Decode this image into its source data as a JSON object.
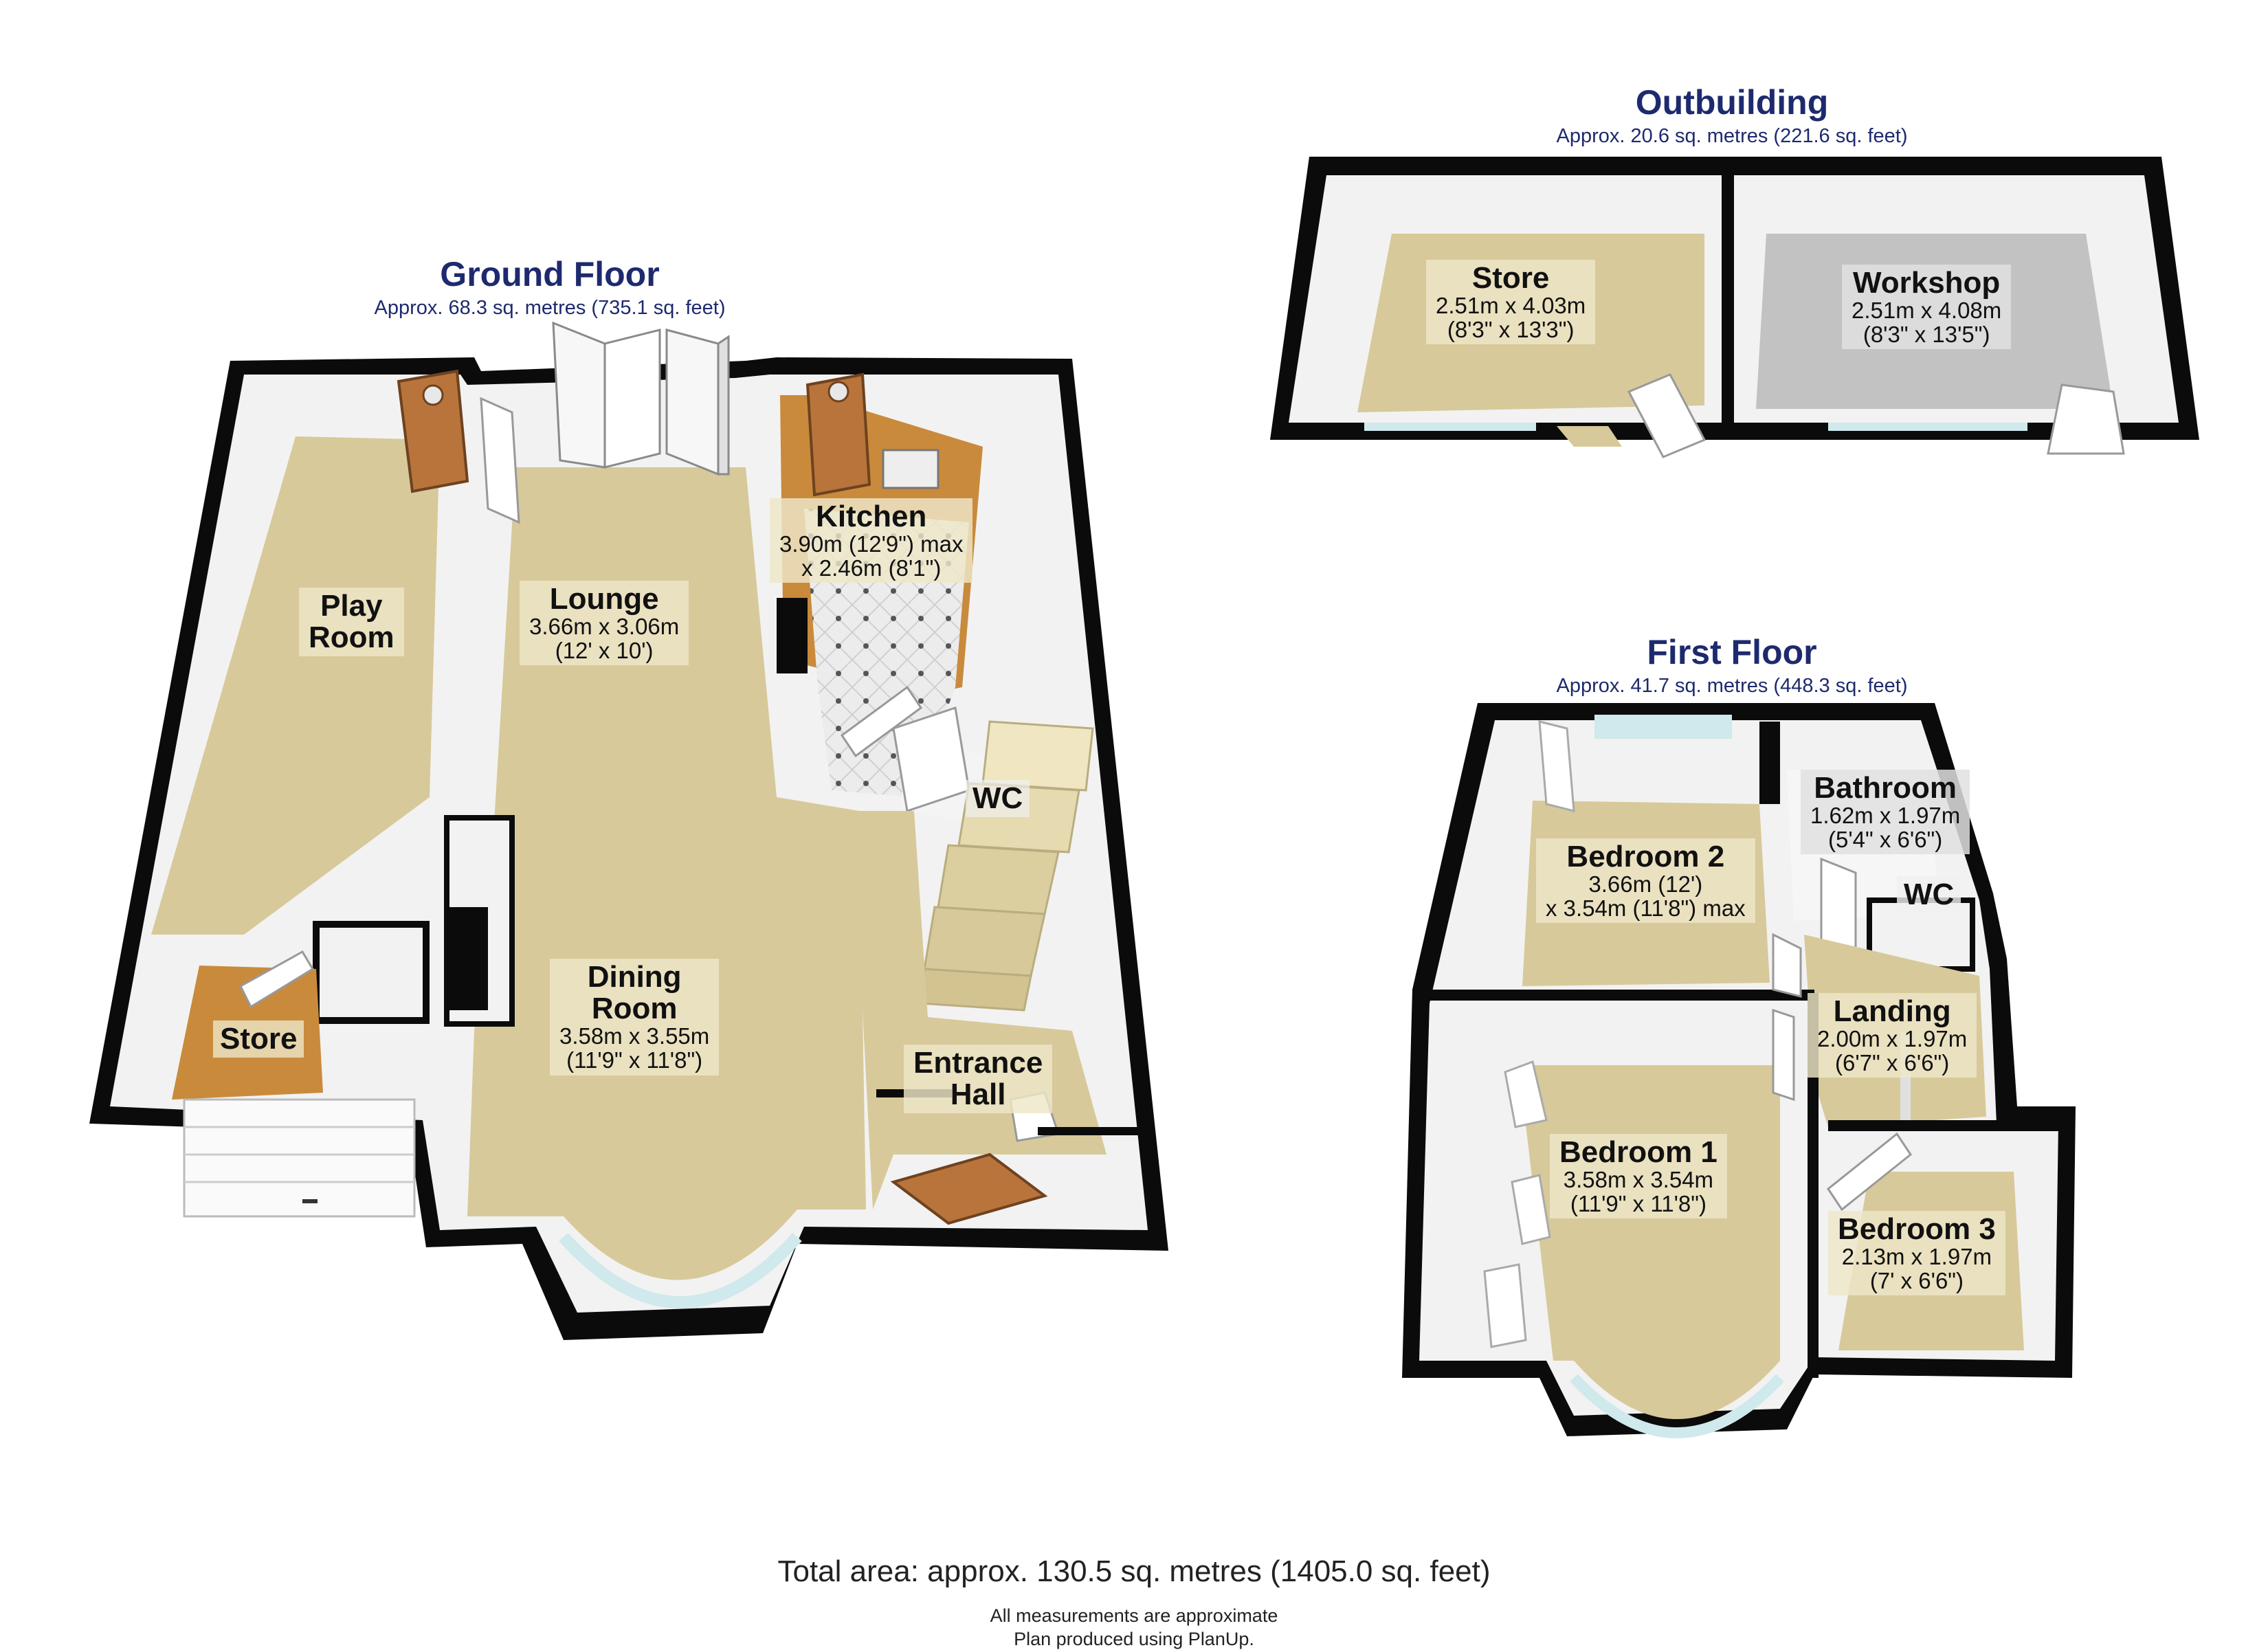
{
  "colors": {
    "wall": "#0b0b0b",
    "wall_inner": "#f2f2f2",
    "carpet": "#d8c99a",
    "carpet_light": "#e6dab0",
    "grey_floor": "#c2c2c2",
    "tile_floor": "#e9e9e9",
    "wood": "#c98a3c",
    "door_wood": "#b8743a",
    "glass": "#cfe9ec",
    "title": "#1e2a6e"
  },
  "floors": {
    "ground": {
      "title": "Ground Floor",
      "area": "Approx. 68.3 sq. metres (735.1 sq. feet)",
      "rooms": {
        "play_room": {
          "name_line1": "Play",
          "name_line2": "Room"
        },
        "store": {
          "name": "Store"
        },
        "lounge": {
          "name": "Lounge",
          "dim1": "3.66m x 3.06m",
          "dim2": "(12' x 10')"
        },
        "dining": {
          "name_line1": "Dining",
          "name_line2": "Room",
          "dim1": "3.58m x 3.55m",
          "dim2": "(11'9\" x 11'8\")"
        },
        "kitchen": {
          "name": "Kitchen",
          "dim1": "3.90m (12'9\") max",
          "dim2": "x 2.46m (8'1\")"
        },
        "wc": {
          "name": "WC"
        },
        "entrance": {
          "name_line1": "Entrance",
          "name_line2": "Hall"
        }
      }
    },
    "outbuilding": {
      "title": "Outbuilding",
      "area": "Approx. 20.6 sq. metres (221.6 sq. feet)",
      "rooms": {
        "store": {
          "name": "Store",
          "dim1": "2.51m x 4.03m",
          "dim2": "(8'3\" x 13'3\")"
        },
        "workshop": {
          "name": "Workshop",
          "dim1": "2.51m x 4.08m",
          "dim2": "(8'3\" x 13'5\")"
        }
      }
    },
    "first": {
      "title": "First Floor",
      "area": "Approx. 41.7 sq. metres (448.3 sq. feet)",
      "rooms": {
        "bedroom2": {
          "name": "Bedroom 2",
          "dim1": "3.66m (12')",
          "dim2": "x 3.54m (11'8\") max"
        },
        "bathroom": {
          "name": "Bathroom",
          "dim1": "1.62m x 1.97m",
          "dim2": "(5'4\" x 6'6\")"
        },
        "wc": {
          "name": "WC"
        },
        "landing": {
          "name": "Landing",
          "dim1": "2.00m x 1.97m",
          "dim2": "(6'7\" x 6'6\")"
        },
        "bedroom1": {
          "name": "Bedroom 1",
          "dim1": "3.58m x 3.54m",
          "dim2": "(11'9\" x 11'8\")"
        },
        "bedroom3": {
          "name": "Bedroom 3",
          "dim1": "2.13m x 1.97m",
          "dim2": "(7' x 6'6\")"
        }
      }
    }
  },
  "total_area": "Total area: approx. 130.5 sq. metres (1405.0 sq. feet)",
  "footnote_1": "All measurements are approximate",
  "footnote_2": "Plan produced using PlanUp."
}
